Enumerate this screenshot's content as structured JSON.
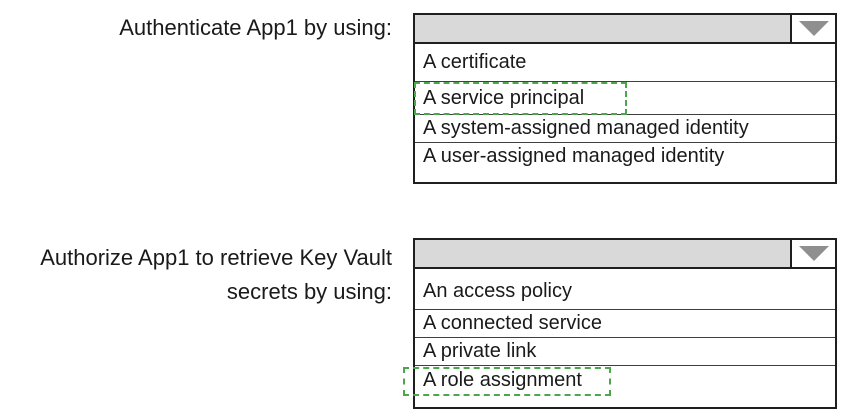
{
  "colors": {
    "highlight_green": "#4ca64c",
    "header_fill": "#d9d9d9",
    "arrow_gray": "#8f8f8f",
    "border_dark": "#1f1f1f",
    "divider": "#3f3f3f",
    "text": "#1a1a1a",
    "page_bg": "#ffffff"
  },
  "questions": [
    {
      "id": "authenticate",
      "label_lines": [
        "Authenticate App1 by using:"
      ],
      "dropdown": {
        "selected_value": "",
        "arrow_icon": "triangle-down",
        "options": [
          {
            "label": "A certificate",
            "is_answer": false
          },
          {
            "label": "A service principal",
            "is_answer": true
          },
          {
            "label": "A system-assigned managed identity",
            "is_answer": false
          },
          {
            "label": "A user-assigned managed identity",
            "is_answer": false
          }
        ],
        "answer": "A service principal"
      }
    },
    {
      "id": "authorize",
      "label_lines": [
        "Authorize App1 to retrieve Key Vault",
        "secrets by using:"
      ],
      "dropdown": {
        "selected_value": "",
        "arrow_icon": "triangle-down",
        "options": [
          {
            "label": "An access policy",
            "is_answer": false
          },
          {
            "label": "A connected service",
            "is_answer": false
          },
          {
            "label": "A private link",
            "is_answer": false
          },
          {
            "label": "A role assignment",
            "is_answer": true
          }
        ],
        "answer": "A role assignment"
      }
    }
  ]
}
